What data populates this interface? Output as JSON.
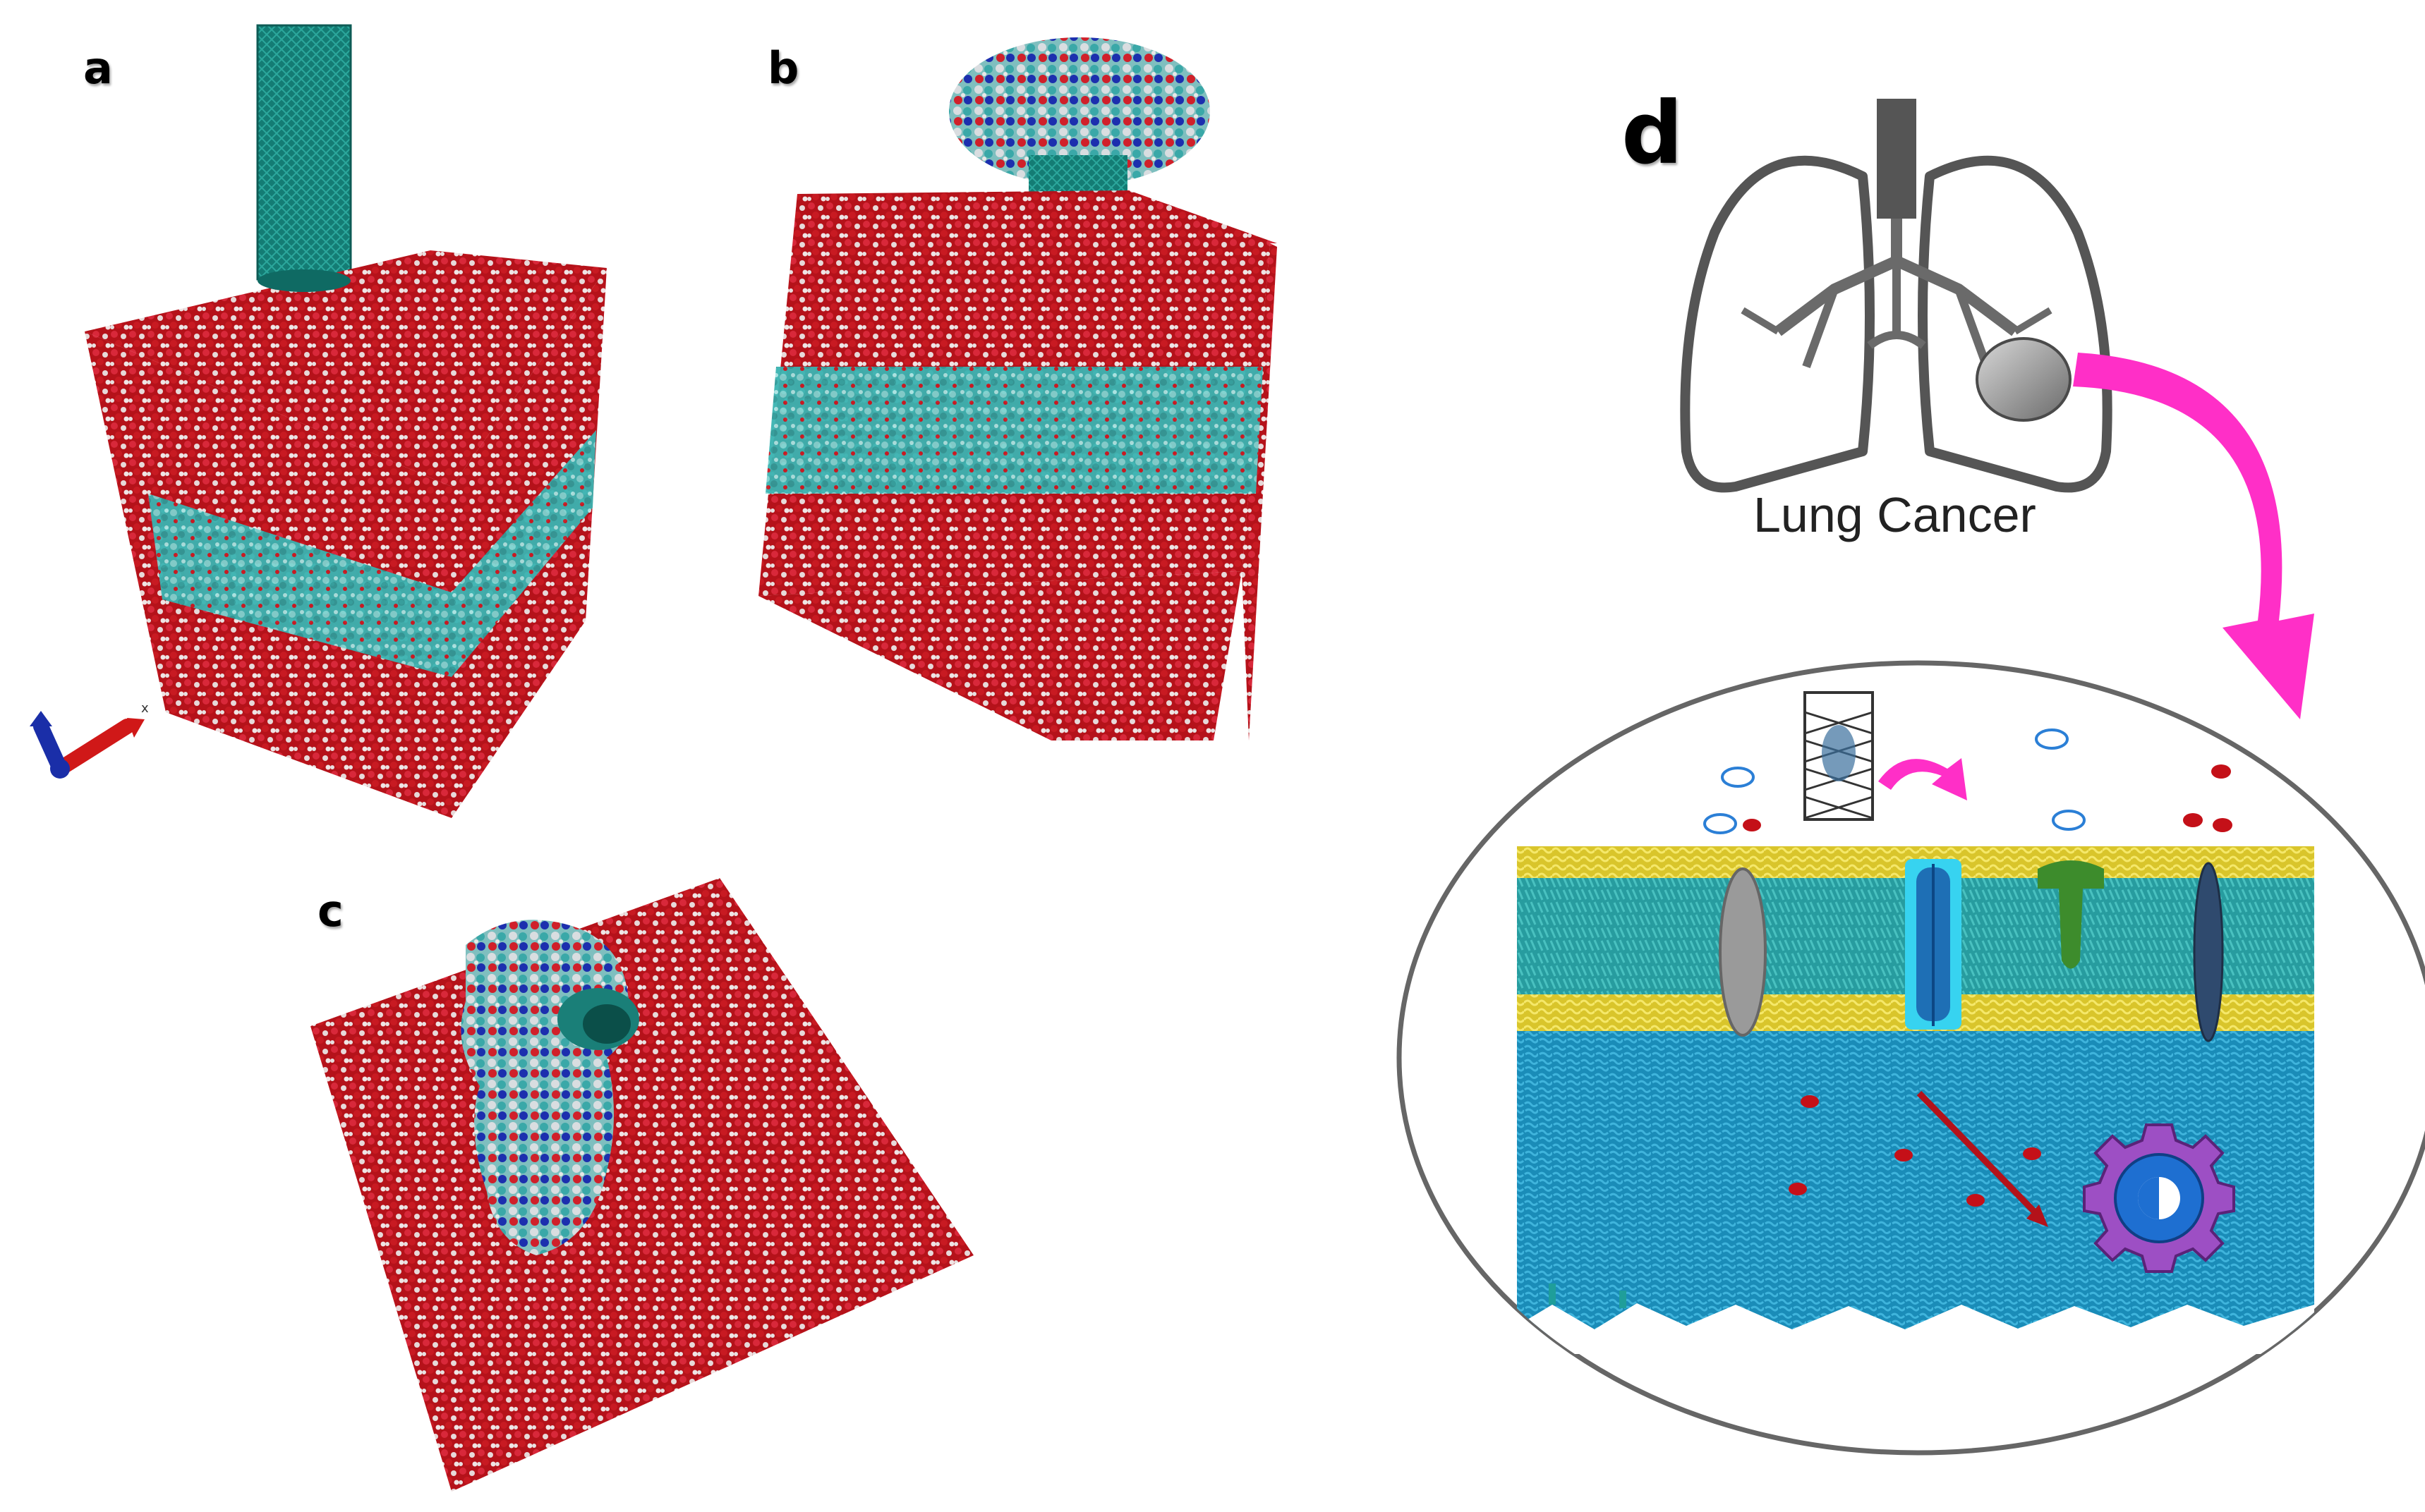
{
  "panels": {
    "a": "a",
    "b": "b",
    "c": "c",
    "d": "d"
  },
  "lung_caption": "Lung Cancer",
  "colors": {
    "water_red": "#c8161d",
    "water_white": "#e6d6d6",
    "lipid_cyan": "#38b6b4",
    "nanotube_teal": "#1a7f78",
    "membrane_yellow": "#e2d23a",
    "membrane_teal": "#2aa7a7",
    "cytoplasm_blue": "#1b8fbd",
    "arrow_magenta": "#ff2fc7",
    "gear_purple": "#9d4fc4",
    "channel_blue": "#1e88e5"
  },
  "icons": [
    "lungs-icon",
    "tumor-icon",
    "curved-arrow-icon",
    "nanotube-icon",
    "gear-icon",
    "axis-triad-icon"
  ]
}
